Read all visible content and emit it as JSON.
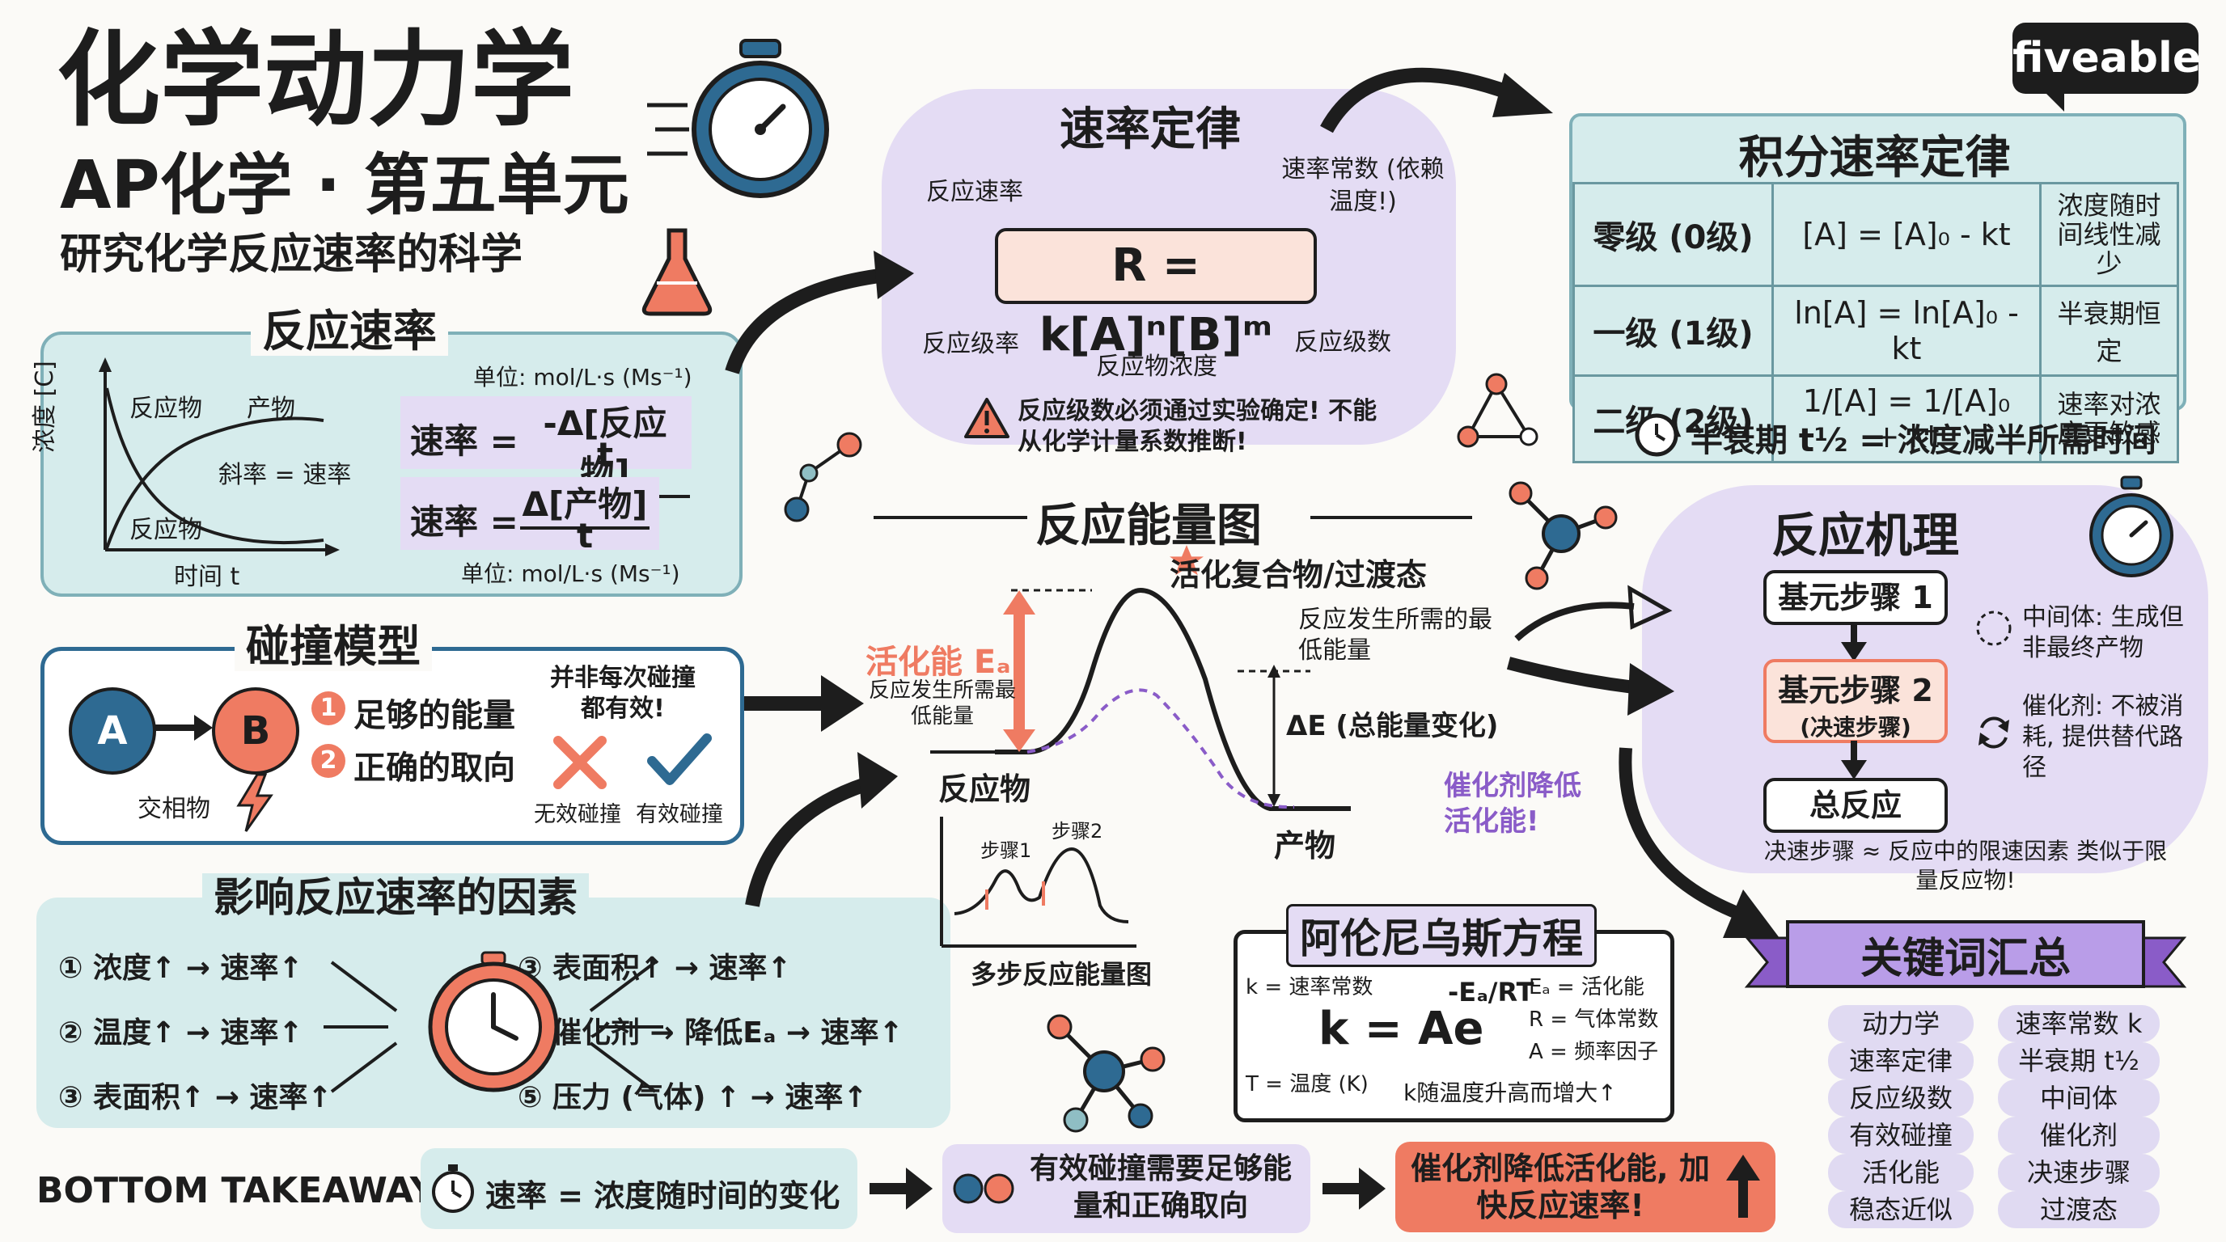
{
  "brand": "fiveable",
  "title": {
    "main": "化学动力学",
    "sub": "AP化学 · 第五单元",
    "desc": "研究化学反应速率的科学"
  },
  "reaction_rate": {
    "header": "反应速率",
    "graph": {
      "y_label": "浓度 [C]",
      "x_label": "时间 t",
      "reactant_top": "反应物",
      "product": "产物",
      "slope": "斜率 = 速率",
      "reactant_bottom": "反应物"
    },
    "unit_top": "单位: mol/L·s (Ms⁻¹)",
    "formula1_lhs": "速率 =",
    "formula1_num": "-Δ[反应物]",
    "formula1_den": "t",
    "formula2_lhs": "速率 =",
    "formula2_num": "Δ[产物]",
    "formula2_den": "t",
    "unit_bottom": "单位: mol/L·s (Ms⁻¹)"
  },
  "collision": {
    "header": "碰撞模型",
    "a": "A",
    "b": "B",
    "reactant": "交相物",
    "cond1_num": "1",
    "cond1": "足够的能量",
    "cond2_num": "2",
    "cond2": "正确的取向",
    "note": "并非每次碰撞都有效!",
    "invalid": "无效碰撞",
    "valid": "有效碰撞"
  },
  "factors": {
    "header": "影响反应速率的因素",
    "items": [
      "① 浓度↑ → 速率↑",
      "② 温度↑ → 速率↑",
      "③ 表面积↑ → 速率↑",
      "③ 表面积↑ → 速率↑",
      "④ 催化剂 → 降低Eₐ → 速率↑",
      "⑤ 压力 (气体) ↑ → 速率↑"
    ]
  },
  "rate_law": {
    "header": "速率定律",
    "formula": "R = k[A]ⁿ[B]ᵐ",
    "rate": "反应速率",
    "constant": "速率常数 (依赖温度!)",
    "order_left": "反应级率",
    "conc": "反应物浓度",
    "order_right": "反应级数",
    "warning": "反应级数必须通过实验确定! 不能从化学计量系数推断!"
  },
  "integrated": {
    "header": "积分速率定律",
    "rows": [
      {
        "order": "零级 (0级)",
        "law": "[A] = [A]₀ - kt",
        "note": "浓度随时间线性减少"
      },
      {
        "order": "一级 (1级)",
        "law": "ln[A] = ln[A]₀ - kt",
        "note": "半衰期恒定"
      },
      {
        "order": "二级 (2级)",
        "law": "1/[A] = 1/[A]₀ + kt",
        "note": "速率对浓度更敏感"
      }
    ],
    "half_life": "半衰期 t½ = 浓度减半所需时间"
  },
  "energy": {
    "header": "反应能量图",
    "complex": "活化复合物/过渡态",
    "min_energy": "反应发生所需的最低能量",
    "ea": "活化能 Eₐ",
    "ea_desc": "反应发生所需最低能量",
    "delta_e": "ΔE (总能量变化)",
    "reactant": "反应物",
    "product": "产物",
    "catalyst": "催化剂降低活化能!",
    "multi": "多步反应能量图",
    "step1": "步骤1",
    "step2": "步骤2"
  },
  "mechanism": {
    "header": "反应机理",
    "step1": "基元步骤 1",
    "step2": "基元步骤 2",
    "step2_sub": "(决速步骤)",
    "overall": "总反应",
    "intermediate": "中间体: 生成但非最终产物",
    "catalyst": "催化剂: 不被消耗, 提供替代路径",
    "rds": "决速步骤 ≈ 反应中的限速因素 类似于限量反应物!"
  },
  "arrhenius": {
    "header": "阿伦尼乌斯方程",
    "k_def": "k = 速率常数",
    "formula": "k = Ae",
    "exp": "-Eₐ/RT",
    "ea_def": "Eₐ = 活化能",
    "r_def": "R = 气体常数",
    "a_def": "A = 频率因子",
    "t_def": "T = 温度 (K)",
    "note": "k随温度升高而增大↑"
  },
  "keywords": {
    "header": "关键词汇总",
    "left": [
      "动力学",
      "速率定律",
      "反应级数",
      "有效碰撞",
      "活化能",
      "稳态近似"
    ],
    "right": [
      "速率常数 k",
      "半衰期 t½",
      "中间体",
      "催化剂",
      "决速步骤",
      "过渡态"
    ]
  },
  "takeaway": {
    "label": "BOTTOM TAKEAWAY",
    "t1": "速率 = 浓度随时间的变化",
    "t2": "有效碰撞需要足够能量和正确取向",
    "t3": "催化剂降低活化能, 加快反应速率!"
  },
  "colors": {
    "teal": "#d6ecec",
    "lavender": "#e4dcf4",
    "coral": "#ef7b62",
    "navy": "#2e6a92",
    "purple": "#8a5cc8"
  }
}
